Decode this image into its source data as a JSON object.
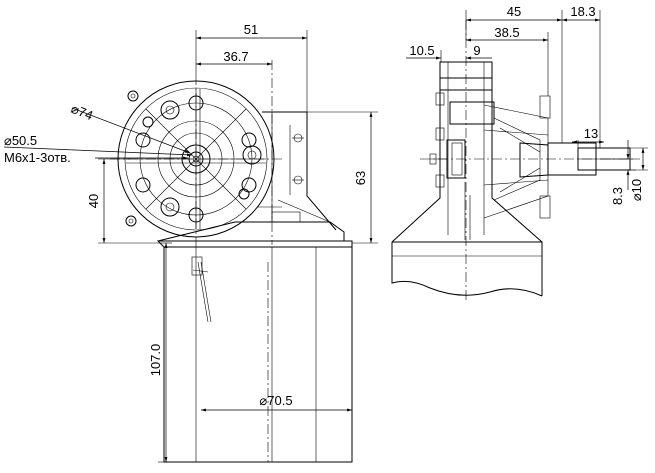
{
  "dimensions": {
    "front": {
      "width_51": "51",
      "width_36_7": "36.7",
      "dia_74": "⌀74",
      "dia_50_5": "⌀50.5",
      "thread": "M6x1-3отв.",
      "height_40": "40",
      "height_63": "63",
      "length_107": "107.0",
      "dia_70_5": "⌀70.5"
    },
    "side": {
      "w_45": "45",
      "w_18_3": "18.3",
      "w_38_5": "38.5",
      "w_10_5": "10.5",
      "w_9": "9",
      "shaft_13": "13",
      "shaft_8_3": "8.3",
      "shaft_dia_10": "⌀10"
    }
  }
}
